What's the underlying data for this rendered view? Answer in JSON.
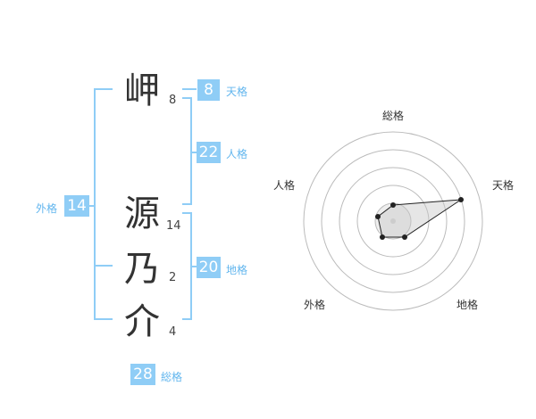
{
  "name_chars": [
    {
      "char": "岬",
      "strokes": "8"
    },
    {
      "char": "源",
      "strokes": "14"
    },
    {
      "char": "乃",
      "strokes": "2"
    },
    {
      "char": "介",
      "strokes": "4"
    }
  ],
  "fortunes": {
    "tenkaku": {
      "value": "8",
      "label": "天格"
    },
    "jinkaku": {
      "value": "22",
      "label": "人格"
    },
    "chikaku": {
      "value": "20",
      "label": "地格"
    },
    "gaikaku": {
      "value": "14",
      "label": "外格"
    },
    "soukaku": {
      "value": "28",
      "label": "総格"
    }
  },
  "radar": {
    "axis_labels": {
      "soukaku": "総格",
      "tenkaku": "天格",
      "chikaku": "地格",
      "gaikaku": "外格",
      "jinkaku": "人格"
    }
  },
  "colors": {
    "accent": "#8fcdf6",
    "accent_text": "#62b6ee",
    "bracket": "#8fcdf6"
  }
}
